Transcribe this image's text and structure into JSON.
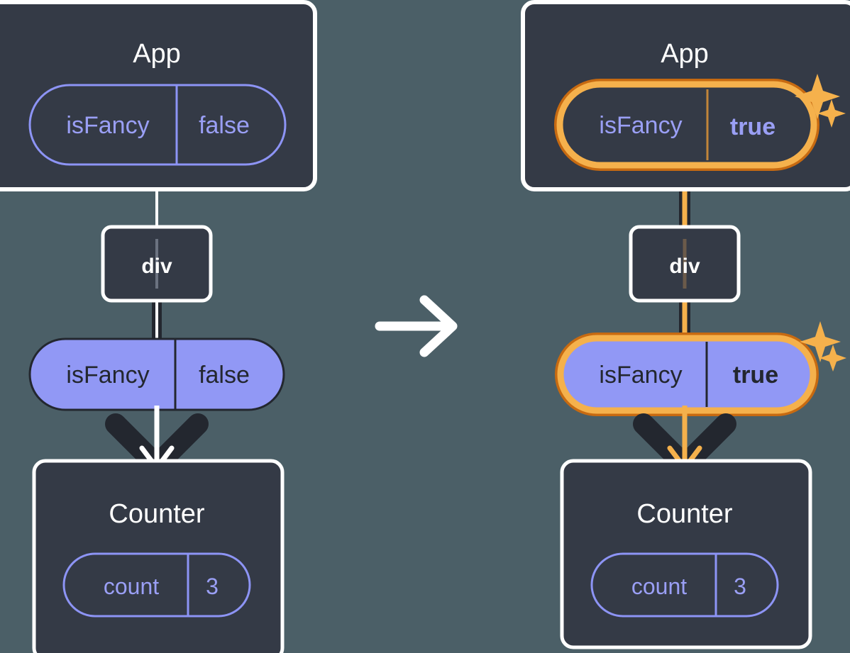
{
  "background_color": "#4b5f67",
  "colors": {
    "panel": "#343a46",
    "panel_border": "#ffffff",
    "pill_ghost_stroke": "#8d94f5",
    "pill_ghost_text": "#9a9ff5",
    "pill_solid_fill": "#9198f5",
    "pill_solid_stroke": "#23272f",
    "pill_solid_text": "#23272f",
    "highlight_outer": "#c76a11",
    "highlight_inner": "#f5b14c",
    "sparkle": "#f5b14c",
    "line_dark": "#23272f",
    "line_light": "#ffffff",
    "line_amber": "#f5b14c"
  },
  "transition_arrow": {
    "icon": "arrow-right-icon",
    "color": "#ffffff"
  },
  "panels": [
    {
      "id": "before",
      "state_label": "before",
      "app": {
        "title": "App",
        "prop": {
          "name": "isFancy",
          "value": "false",
          "highlighted": false,
          "bold_value": false
        }
      },
      "div": {
        "label": "div"
      },
      "prop_pill": {
        "name": "isFancy",
        "value": "false",
        "highlighted": false,
        "bold_value": false
      },
      "counter": {
        "title": "Counter",
        "state": {
          "name": "count",
          "value": "3"
        }
      },
      "arrow_color": "#ffffff",
      "sparkles": false
    },
    {
      "id": "after",
      "state_label": "after",
      "app": {
        "title": "App",
        "prop": {
          "name": "isFancy",
          "value": "true",
          "highlighted": true,
          "bold_value": true
        }
      },
      "div": {
        "label": "div"
      },
      "prop_pill": {
        "name": "isFancy",
        "value": "true",
        "highlighted": true,
        "bold_value": true
      },
      "counter": {
        "title": "Counter",
        "state": {
          "name": "count",
          "value": "3"
        }
      },
      "arrow_color": "#f5b14c",
      "sparkles": true
    }
  ]
}
